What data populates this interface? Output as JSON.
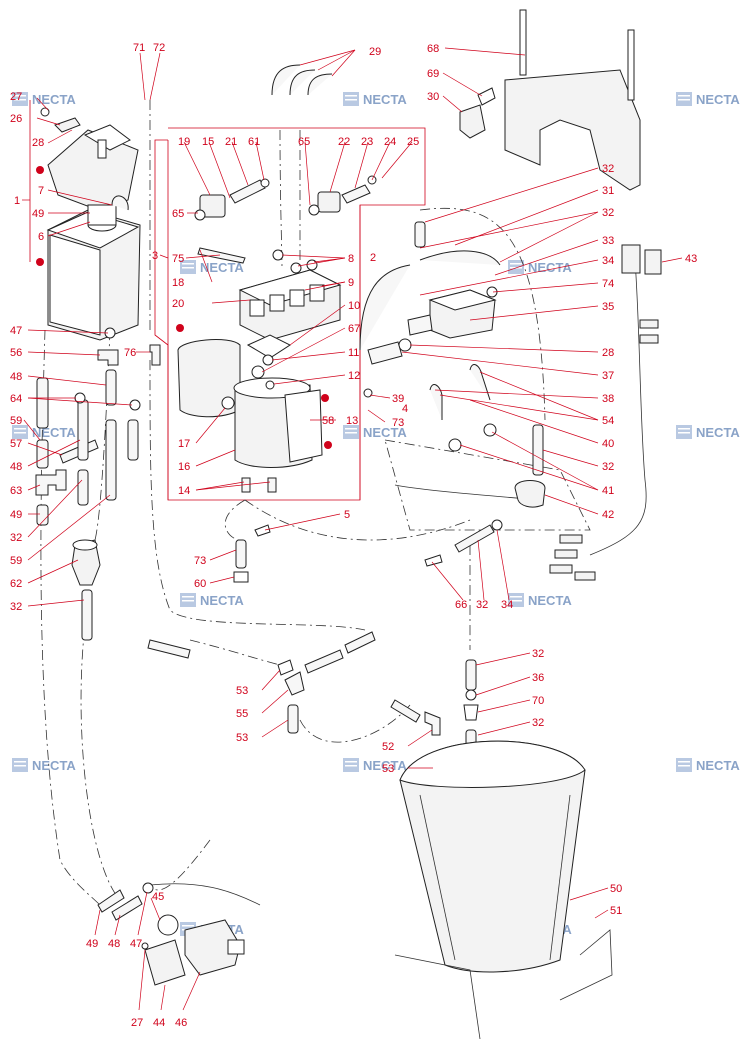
{
  "diagram": {
    "accent_color": "#d0021b",
    "watermark": {
      "text": "NECTA",
      "color": "#8aa3c8"
    },
    "callouts": [
      {
        "id": "c1",
        "text": "71"
      },
      {
        "id": "c2",
        "text": "72"
      },
      {
        "id": "c3",
        "text": "29"
      },
      {
        "id": "c4",
        "text": "68"
      },
      {
        "id": "c5",
        "text": "27"
      },
      {
        "id": "c6",
        "text": "26"
      },
      {
        "id": "c7",
        "text": "28"
      },
      {
        "id": "c8",
        "text": "69"
      },
      {
        "id": "c9",
        "text": "30"
      },
      {
        "id": "c10",
        "text": "19"
      },
      {
        "id": "c11",
        "text": "15"
      },
      {
        "id": "c12",
        "text": "21"
      },
      {
        "id": "c13",
        "text": "61"
      },
      {
        "id": "c14",
        "text": "65"
      },
      {
        "id": "c15",
        "text": "22"
      },
      {
        "id": "c16",
        "text": "23"
      },
      {
        "id": "c17",
        "text": "24"
      },
      {
        "id": "c18",
        "text": "25"
      },
      {
        "id": "c19",
        "text": "32"
      },
      {
        "id": "c20",
        "text": "31"
      },
      {
        "id": "c21",
        "text": "32"
      },
      {
        "id": "c22",
        "text": "33"
      },
      {
        "id": "c23",
        "text": "34"
      },
      {
        "id": "c24",
        "text": "74"
      },
      {
        "id": "c25",
        "text": "35"
      },
      {
        "id": "c26",
        "text": "43"
      },
      {
        "id": "c27",
        "text": "1"
      },
      {
        "id": "c28",
        "text": "7"
      },
      {
        "id": "c29",
        "text": "49"
      },
      {
        "id": "c30",
        "text": "6"
      },
      {
        "id": "c31",
        "text": "65"
      },
      {
        "id": "c32",
        "text": "3"
      },
      {
        "id": "c33",
        "text": "75"
      },
      {
        "id": "c34",
        "text": "18"
      },
      {
        "id": "c35",
        "text": "8"
      },
      {
        "id": "c36",
        "text": "9"
      },
      {
        "id": "c37",
        "text": "2"
      },
      {
        "id": "c38",
        "text": "20"
      },
      {
        "id": "c39",
        "text": "10"
      },
      {
        "id": "c40",
        "text": "67"
      },
      {
        "id": "c41",
        "text": "11"
      },
      {
        "id": "c42",
        "text": "12"
      },
      {
        "id": "c43",
        "text": "28"
      },
      {
        "id": "c44",
        "text": "37"
      },
      {
        "id": "c45",
        "text": "47"
      },
      {
        "id": "c46",
        "text": "56"
      },
      {
        "id": "c47",
        "text": "76"
      },
      {
        "id": "c48",
        "text": "48"
      },
      {
        "id": "c49",
        "text": "64"
      },
      {
        "id": "c50",
        "text": "59"
      },
      {
        "id": "c51",
        "text": "57"
      },
      {
        "id": "c52",
        "text": "48"
      },
      {
        "id": "c53",
        "text": "17"
      },
      {
        "id": "c54",
        "text": "39"
      },
      {
        "id": "c55",
        "text": "38"
      },
      {
        "id": "c56",
        "text": "4"
      },
      {
        "id": "c57",
        "text": "54"
      },
      {
        "id": "c58",
        "text": "58"
      },
      {
        "id": "c59",
        "text": "13"
      },
      {
        "id": "c60",
        "text": "73"
      },
      {
        "id": "c61",
        "text": "40"
      },
      {
        "id": "c62",
        "text": "16"
      },
      {
        "id": "c63",
        "text": "32"
      },
      {
        "id": "c64",
        "text": "63"
      },
      {
        "id": "c65",
        "text": "14"
      },
      {
        "id": "c66",
        "text": "41"
      },
      {
        "id": "c67",
        "text": "49"
      },
      {
        "id": "c68",
        "text": "5"
      },
      {
        "id": "c69",
        "text": "42"
      },
      {
        "id": "c70",
        "text": "32"
      },
      {
        "id": "c71",
        "text": "59"
      },
      {
        "id": "c72",
        "text": "73"
      },
      {
        "id": "c73",
        "text": "62"
      },
      {
        "id": "c74",
        "text": "60"
      },
      {
        "id": "c75",
        "text": "66"
      },
      {
        "id": "c76",
        "text": "32"
      },
      {
        "id": "c77",
        "text": "34"
      },
      {
        "id": "c78",
        "text": "32"
      },
      {
        "id": "c79",
        "text": "32"
      },
      {
        "id": "c80",
        "text": "53"
      },
      {
        "id": "c81",
        "text": "36"
      },
      {
        "id": "c82",
        "text": "55"
      },
      {
        "id": "c83",
        "text": "70"
      },
      {
        "id": "c84",
        "text": "53"
      },
      {
        "id": "c85",
        "text": "32"
      },
      {
        "id": "c86",
        "text": "52"
      },
      {
        "id": "c87",
        "text": "53"
      },
      {
        "id": "c88",
        "text": "50"
      },
      {
        "id": "c89",
        "text": "45"
      },
      {
        "id": "c90",
        "text": "51"
      },
      {
        "id": "c91",
        "text": "49"
      },
      {
        "id": "c92",
        "text": "48"
      },
      {
        "id": "c93",
        "text": "47"
      },
      {
        "id": "c94",
        "text": "27"
      },
      {
        "id": "c95",
        "text": "44"
      },
      {
        "id": "c96",
        "text": "46"
      }
    ]
  }
}
